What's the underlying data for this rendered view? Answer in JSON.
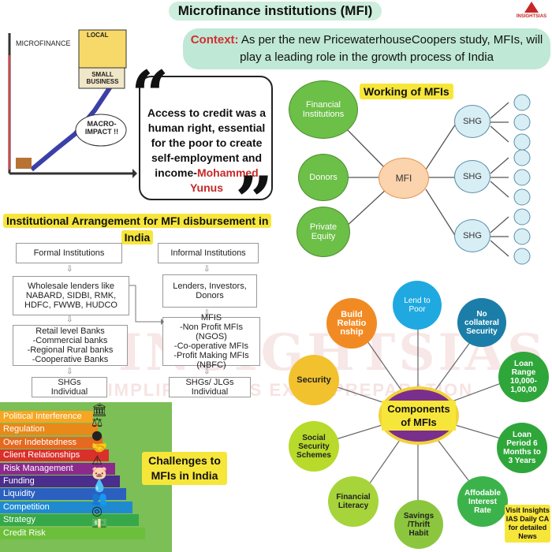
{
  "title": "Microfinance institutions (MFI)",
  "logo_text": "INSIGHTSIAS",
  "context": {
    "label": "Context:",
    "text": "As per the new PricewaterhouseCoopers study, MFIs, will play a leading role in the growth process of India"
  },
  "cartoon": {
    "axis_label": "MICROFINANCE",
    "sign_top": "LOCAL",
    "sign_box": "SMALL BUSINESS",
    "bubble": "MACRO-IMPACT !!"
  },
  "quote": {
    "text": "Access to credit was a human right, essential for the poor to create self-employment and income-",
    "author": "Mohammed Yunus"
  },
  "working": {
    "title": "Working of MFIs",
    "sources": [
      "Financial Institutions",
      "Donors",
      "Private Equity"
    ],
    "center": "MFI",
    "shg": [
      "SHG",
      "SHG",
      "SHG"
    ]
  },
  "institutional": {
    "title": "Institutional Arrangement for MFI disbursement in India",
    "formal": {
      "header": "Formal Institutions",
      "wholesale": "Wholesale lenders like NABARD, SIDBI, RMK, HDFC, FWWB, HUDCO",
      "retail": "Retail level Banks\n-Commercial banks\n-Regional Rural banks\n-Cooperative Banks",
      "end": "SHGs\nIndividual"
    },
    "informal": {
      "header": "Informal Institutions",
      "lenders": "Lenders, Investors, Donors",
      "mfis": "MFIS\n-Non Profit MFIs (NGOS)\n-Co-operative MFIs\n-Profit Making MFIs\n(NBFC)",
      "end": "SHGs/ JLGs\nIndividual"
    }
  },
  "watermark": {
    "line1": "INSIGHTSIAS",
    "line2": "SIMPLIFYING IAS EXAM PREPARATION"
  },
  "challenges": {
    "title": "Challenges to MFIs in India",
    "items": [
      "Political Interference",
      "Regulation",
      "Over Indebtedness",
      "Client Relationships",
      "Risk Management",
      "Funding",
      "Liquidity",
      "Competition",
      "Strategy",
      "Credit Risk"
    ],
    "colors": [
      "#f5a623",
      "#e8891a",
      "#e56a1f",
      "#d9302b",
      "#8b2a8c",
      "#4a2d8c",
      "#2b5fc0",
      "#1f8ad0",
      "#37a84a",
      "#6cbf3a"
    ]
  },
  "components": {
    "title": "Components of MFIs",
    "items": [
      "Lend to Poor",
      "No collateral Security",
      "Loan Range 10,000-1,00,00",
      "Loan Period 6 Months to 3 Years",
      "Affodable Interest Rate",
      "Savings /Thrift Habit",
      "Financial Literacy",
      "Social Security Schemes",
      "Security",
      "Build Relatio nship"
    ]
  },
  "footer_note": "Visit Insights IAS Daily CA for detailed News"
}
